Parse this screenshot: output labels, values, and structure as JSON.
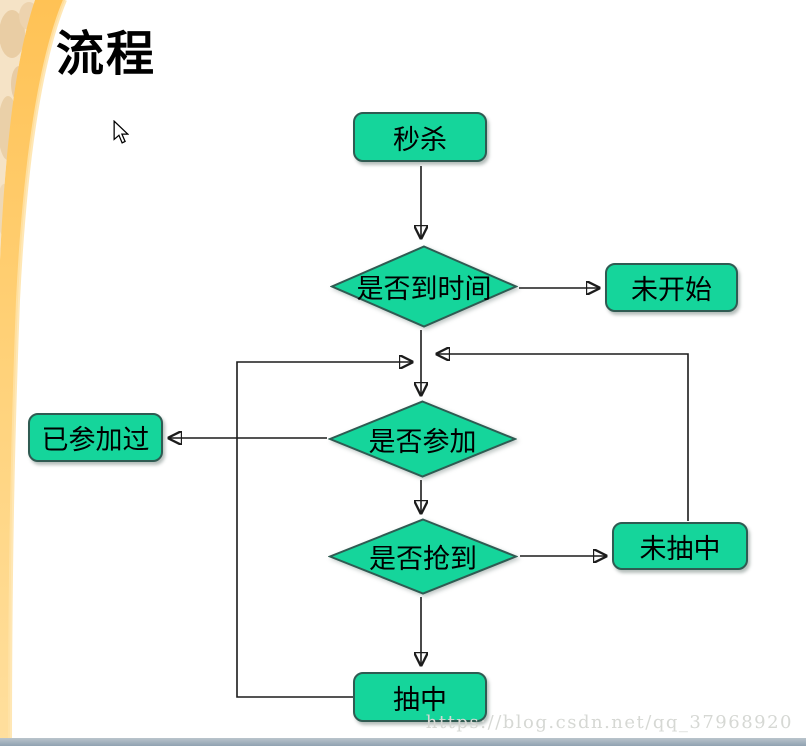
{
  "slide": {
    "title": "流程",
    "watermark": "https://blog.csdn.net/qq_37968920"
  },
  "flowchart": {
    "nodes": {
      "miaosha": {
        "label": "秒杀",
        "type": "process"
      },
      "shijian": {
        "label": "是否到时间",
        "type": "decision"
      },
      "weikaishi": {
        "label": "未开始",
        "type": "process"
      },
      "canjia": {
        "label": "是否参加",
        "type": "decision"
      },
      "yicanjiaguo": {
        "label": "已参加过",
        "type": "process"
      },
      "qiangdao": {
        "label": "是否抢到",
        "type": "decision"
      },
      "weichouzhong": {
        "label": "未抽中",
        "type": "process"
      },
      "chouzhong": {
        "label": "抽中",
        "type": "process"
      }
    },
    "edges": [
      {
        "from": "秒杀",
        "to": "是否到时间"
      },
      {
        "from": "是否到时间",
        "to": "未开始"
      },
      {
        "from": "是否到时间",
        "to": "是否参加"
      },
      {
        "from": "是否参加",
        "to": "已参加过"
      },
      {
        "from": "是否参加",
        "to": "是否抢到"
      },
      {
        "from": "是否抢到",
        "to": "未抽中"
      },
      {
        "from": "是否抢到",
        "to": "抽中"
      },
      {
        "from": "抽中",
        "to": "是否参加",
        "route": "loop-left"
      },
      {
        "from": "未抽中",
        "to": "是否参加",
        "route": "loop-right"
      }
    ]
  },
  "colors": {
    "shape_fill": "#15D59B",
    "shape_border": "#2F5B52",
    "connector": "#1c1c1c",
    "footer_bar": "#90A2B1",
    "band_orange": "#FFC255",
    "band_light": "#FFDF9E",
    "band_pale": "#F5E3C6",
    "watermark": "#d6d8d4"
  }
}
